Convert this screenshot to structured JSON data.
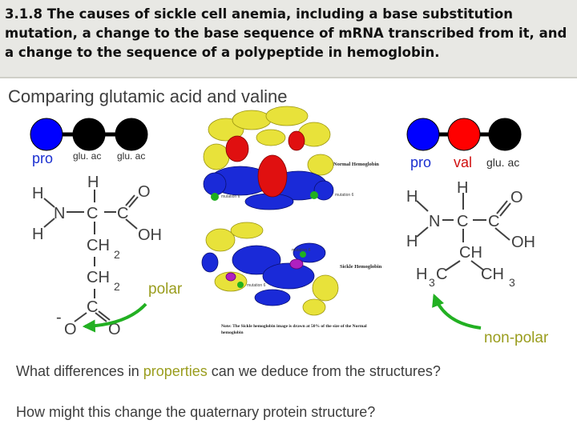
{
  "header": {
    "title": "3.1.8 The causes of sickle cell anemia, including a base substitution mutation, a change to the base sequence of mRNA transcribed from it, and a change to the sequence of a polypeptide in hemoglobin."
  },
  "subtitle": "Comparing glutamic acid and valine",
  "left_chain": {
    "labels": [
      "pro",
      "glu. ac",
      "glu. ac"
    ],
    "colors": [
      "#0000ff",
      "#000000",
      "#000000"
    ]
  },
  "right_chain": {
    "labels": [
      "pro",
      "val",
      "glu. ac"
    ],
    "colors": [
      "#0000ff",
      "#ff0000",
      "#000000"
    ]
  },
  "glutamic_acid": {
    "atoms": {
      "h_top": "H",
      "h_left1": "H",
      "n": "N",
      "c_alpha": "C",
      "c_carboxyl": "C",
      "o_top": "O",
      "h_left2": "H",
      "oh": "OH",
      "ch2_a": "CH",
      "ch2_a_sub": "2",
      "ch2_b": "CH",
      "ch2_b_sub": "2",
      "c_side": "C",
      "o_minus": "O",
      "minus": "-",
      "o_side": "O"
    },
    "label": "polar"
  },
  "valine": {
    "atoms": {
      "h_top": "H",
      "h_left1": "H",
      "n": "N",
      "c_alpha": "C",
      "c_carboxyl": "C",
      "o_top": "O",
      "h_left2": "H",
      "oh": "OH",
      "ch": "CH",
      "h3c": "H",
      "h3c_sub": "3",
      "h3c_c": "C",
      "ch3": "CH",
      "ch3_sub": "3"
    },
    "label": "non-polar"
  },
  "protein_images": {
    "normal_label": "Normal Hemoglobin",
    "sickle_label": "Sickle Hemoglobin",
    "note": "Note: The Sickle hemoglobin image is drawn at 50% of the size of the Normal hemoglobin",
    "tiny_labels": [
      "mutation 6",
      "mutation 6",
      "mutation 6",
      "mutation 6"
    ],
    "colors": {
      "helix": "#e8e23a",
      "chain": "#1a2ad8",
      "normal_site": "#e01010",
      "sickle_site": "#b020c0",
      "marker": "#1fb01f"
    }
  },
  "questions": {
    "q1_before": "What differences in ",
    "q1_highlight": "properties",
    "q1_after": " can we deduce from the structures?",
    "q2": "How might this change the quaternary protein structure?"
  },
  "colors": {
    "arrow": "#22b022",
    "accent": "#9a9d1e"
  }
}
